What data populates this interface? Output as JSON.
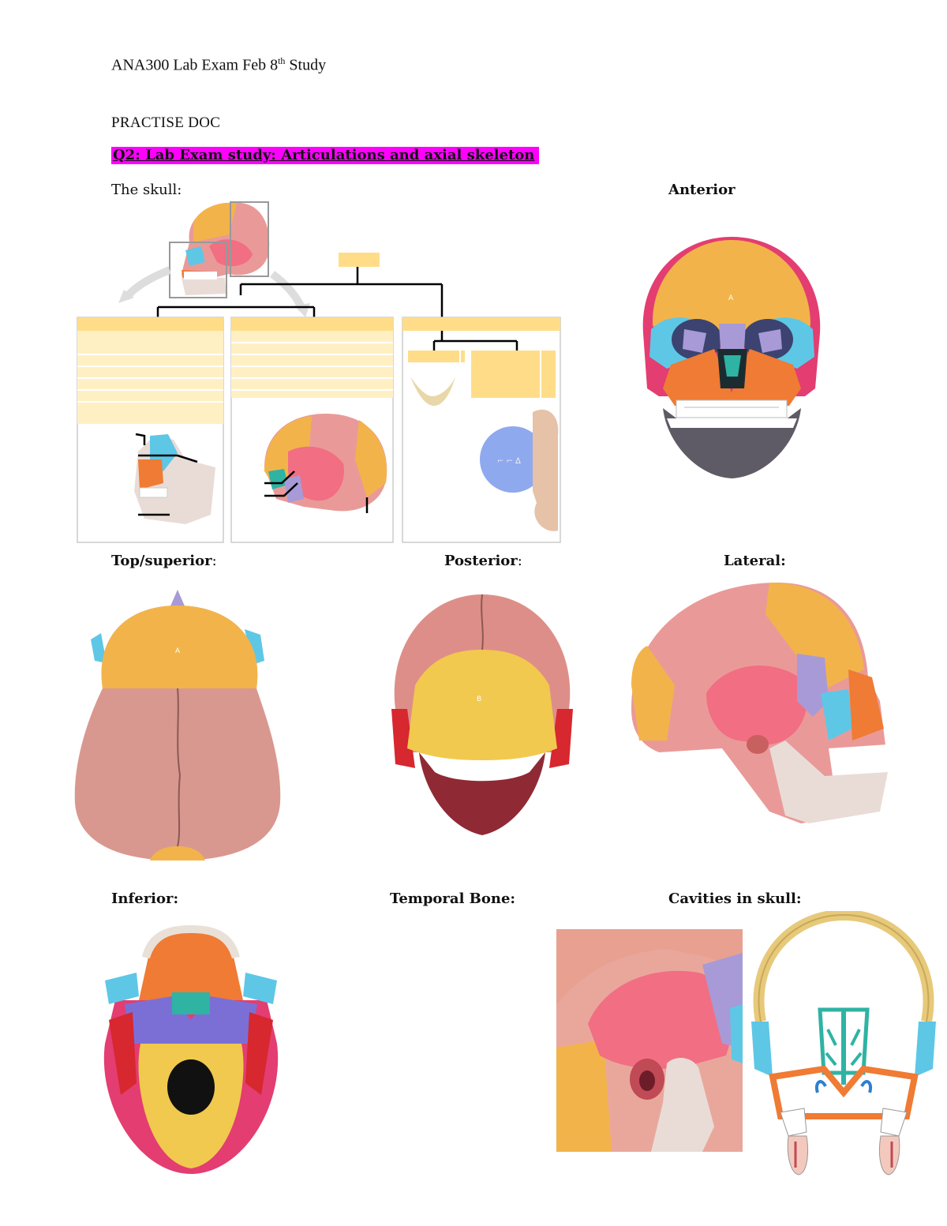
{
  "doc": {
    "title_main": "ANA300 Lab Exam Feb 8",
    "title_sup": "th",
    "title_end": " Study",
    "subtitle": "PRACTISE DOC",
    "section_heading": "Q2: Lab Exam study: Articulations and axial skeleton ",
    "skull_label": "The skull:"
  },
  "figure_labels": {
    "anterior": "Anterior",
    "top": "Top/superior",
    "top_colon": ":",
    "posterior": "Posterior",
    "posterior_colon": ":",
    "lateral": "Lateral:",
    "inferior": "Inferior:",
    "temporal": "Temporal Bone:",
    "cavities": "Cavities in skull:"
  },
  "colors": {
    "highlight": "#ff00ff",
    "frontal": "#f2b44a",
    "parietal": "#e99a98",
    "occipital": "#f1c94e",
    "temporal": "#f26e83",
    "sphenoid": "#a89ad6",
    "zygomatic": "#5ec7e6",
    "maxilla": "#ef7b34",
    "mandible": "#e9dcd6",
    "label_box": "#ffdd88",
    "label_band": "#fff0c4"
  }
}
